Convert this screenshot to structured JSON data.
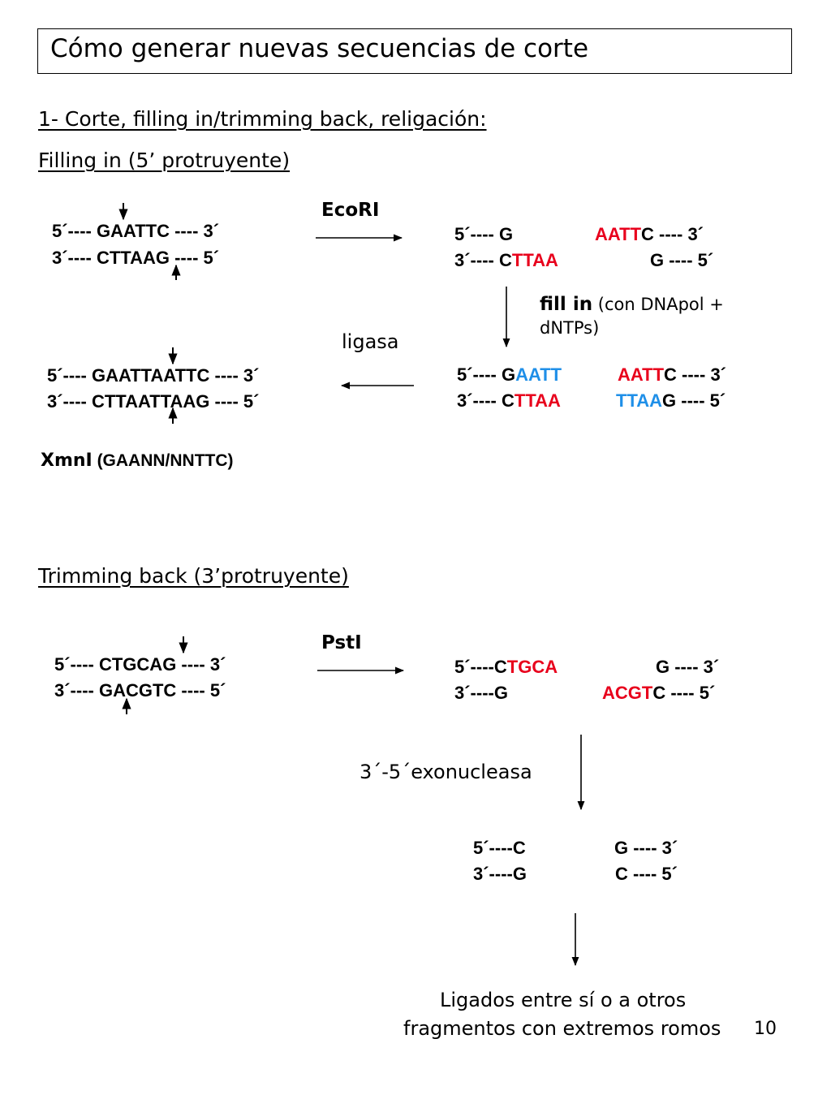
{
  "title": "Cómo generar nuevas secuencias de corte",
  "section1": "1- Corte, filling in/trimming back, religación:",
  "filling": {
    "heading": "Filling in (5’ protruyente)",
    "enzyme": "EcoRI",
    "original": {
      "top": "5´---- GAATTC ---- 3´",
      "bottom": "3´---- CTTAAG ---- 5´"
    },
    "cut": {
      "top_left": "5´---- G",
      "top_right_red": "AATT",
      "top_right_rest": "C ---- 3´",
      "bottom_left_a": "3´---- C",
      "bottom_left_red": "TTAA",
      "bottom_right": "G ---- 5´"
    },
    "fill_in_bold": "fill in",
    "fill_in_note_1": " (con DNApol +",
    "fill_in_note_2": "dNTPs)",
    "filled": {
      "top_a": "5´---- G",
      "top_blue": "AATT",
      "top_red": "AATT",
      "top_rest": "C ---- 3´",
      "bottom_a": "3´---- C",
      "bottom_red": "TTAA",
      "bottom_blue": "TTAA",
      "bottom_rest": "G ---- 5´"
    },
    "ligase": "ligasa",
    "religated": {
      "top": "5´---- GAATTAATTC ---- 3´",
      "bottom": "3´---- CTTAATTAAG ---- 5´"
    },
    "new_site_enzyme": "XmnI",
    "new_site_seq": " (GAANN/NNTTC)"
  },
  "trimming": {
    "heading": "Trimming back (3’protruyente)",
    "enzyme": "PstI",
    "original": {
      "top": "5´---- CTGCAG ---- 3´",
      "bottom": "3´---- GACGTC ---- 5´"
    },
    "cut": {
      "top_left": "5´----C",
      "top_red": "TGCA",
      "top_right": "G ---- 3´",
      "bottom_left": "3´----G",
      "bottom_red": "ACGT",
      "bottom_rest": "C ---- 5´"
    },
    "exonuclease": "3´-5´exonucleasa",
    "blunt": {
      "top_left": "5´----C",
      "top_right": "G ---- 3´",
      "bottom_left": "3´----G",
      "bottom_right": "C ---- 5´"
    },
    "result_1": "Ligados entre sí o a otros",
    "result_2": "fragmentos con extremos romos"
  },
  "page_number": "10",
  "colors": {
    "red": "#e8001c",
    "blue": "#1f8fe8"
  }
}
